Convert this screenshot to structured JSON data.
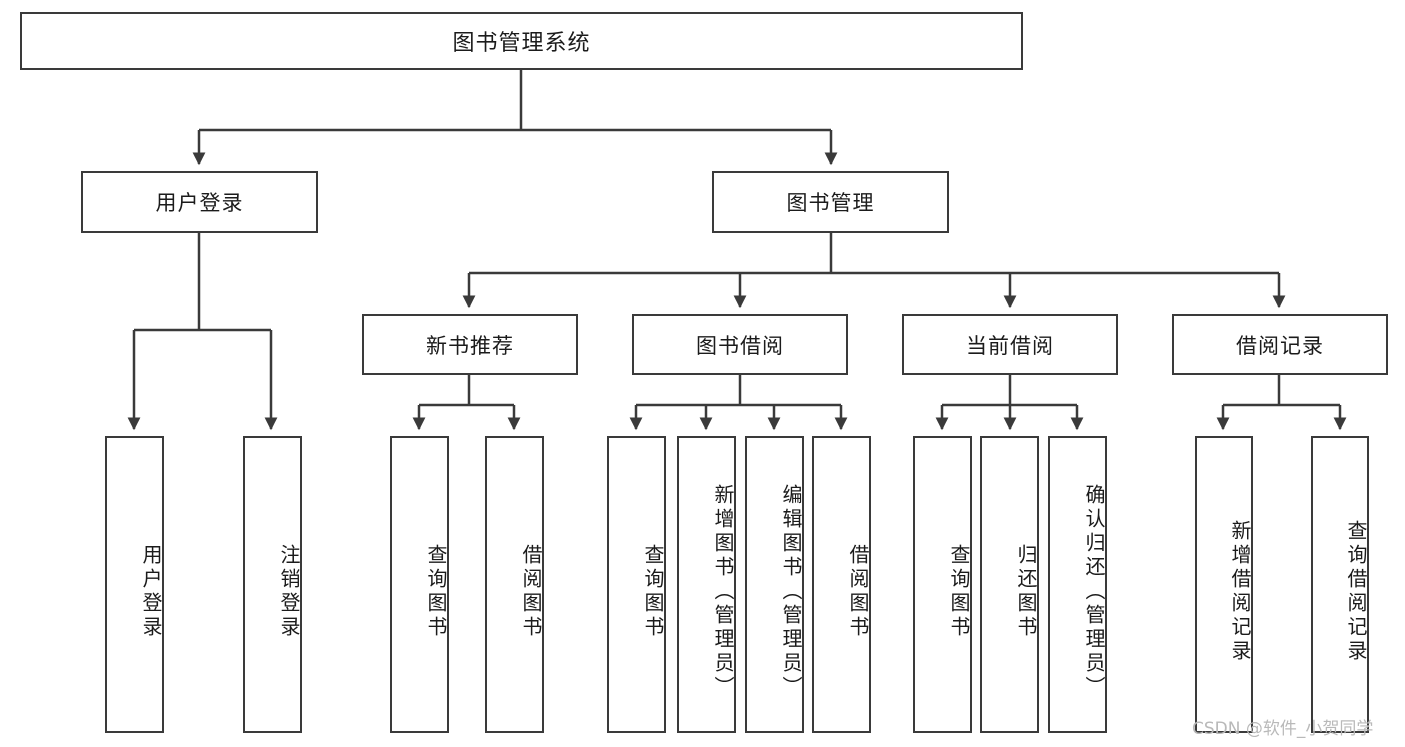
{
  "diagram": {
    "title": "图书管理系统",
    "type": "functional-decomposition-tree",
    "colors": {
      "box_border": "#3a3a3a",
      "box_fill": "#ffffff",
      "edge": "#3a3a3a",
      "text": "#1b1b1b",
      "watermark": "#b9b9b9",
      "background": "#ffffff"
    },
    "levels": {
      "level1": [
        "图书管理系统"
      ],
      "level2": [
        "用户登录",
        "图书管理"
      ],
      "level3": [
        "新书推荐",
        "图书借阅",
        "当前借阅",
        "借阅记录"
      ],
      "level4": [
        "用户登录",
        "注销登录",
        "查询图书",
        "借阅图书",
        "查询图书",
        "新增图书（管理员）",
        "编辑图书（管理员）",
        "借阅图书",
        "查询图书",
        "归还图书",
        "确认归还（管理员）",
        "新增借阅记录",
        "查询借阅记录"
      ]
    },
    "root": {
      "label": "图书管理系统"
    },
    "level2_nodes": [
      {
        "id": "user-login",
        "label": "用户登录"
      },
      {
        "id": "book-management",
        "label": "图书管理"
      }
    ],
    "level3_nodes": [
      {
        "id": "new-book-recommend",
        "label": "新书推荐"
      },
      {
        "id": "book-borrow",
        "label": "图书借阅"
      },
      {
        "id": "current-borrow",
        "label": "当前借阅"
      },
      {
        "id": "borrow-record",
        "label": "借阅记录"
      }
    ],
    "leaves": [
      {
        "id": "leaf-user-login",
        "label": "用户登录",
        "parent": "用户登录"
      },
      {
        "id": "leaf-logout",
        "label": "注销登录",
        "parent": "用户登录"
      },
      {
        "id": "leaf-query-book-1",
        "label": "查询图书",
        "parent": "新书推荐"
      },
      {
        "id": "leaf-borrow-book-1",
        "label": "借阅图书",
        "parent": "新书推荐"
      },
      {
        "id": "leaf-query-book-2",
        "label": "查询图书",
        "parent": "图书借阅"
      },
      {
        "id": "leaf-add-book",
        "label": "新增图书（管理员）",
        "parent": "图书借阅"
      },
      {
        "id": "leaf-edit-book",
        "label": "编辑图书（管理员）",
        "parent": "图书借阅"
      },
      {
        "id": "leaf-borrow-book-2",
        "label": "借阅图书",
        "parent": "图书借阅"
      },
      {
        "id": "leaf-query-book-3",
        "label": "查询图书",
        "parent": "当前借阅"
      },
      {
        "id": "leaf-return-book",
        "label": "归还图书",
        "parent": "当前借阅"
      },
      {
        "id": "leaf-confirm-return",
        "label": "确认归还（管理员）",
        "parent": "当前借阅"
      },
      {
        "id": "leaf-add-record",
        "label": "新增借阅记录",
        "parent": "借阅记录"
      },
      {
        "id": "leaf-query-record",
        "label": "查询借阅记录",
        "parent": "借阅记录"
      }
    ],
    "watermark": "CSDN @软件_小贺同学"
  }
}
